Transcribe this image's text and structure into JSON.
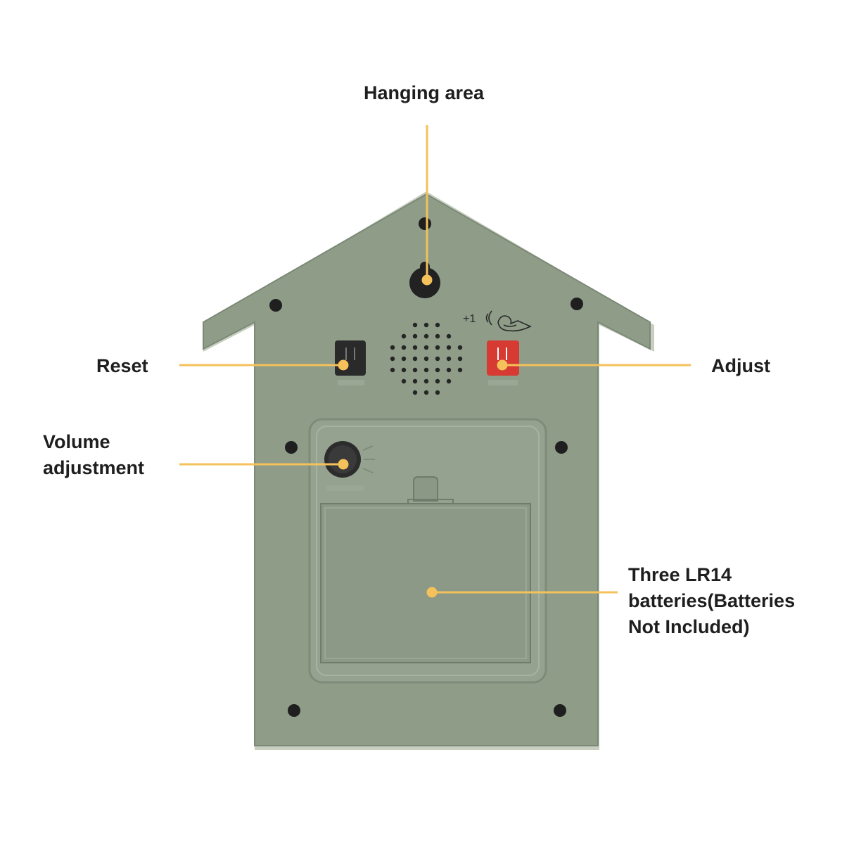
{
  "labels": {
    "hanging_area": "Hanging area",
    "reset": "Reset",
    "adjust": "Adjust",
    "volume_line1": "Volume",
    "volume_line2": "adjustment",
    "battery_line1": "Three LR14",
    "battery_line2": "batteries(Batteries",
    "battery_line3": "Not Included)"
  },
  "device_markings": {
    "chime_hour_text": "+1"
  },
  "colors": {
    "housing_green": "#8e9c88",
    "accent_leader": "#f5c15a",
    "adjust_button": "#d63a32",
    "reset_button": "#2a2a2a"
  }
}
